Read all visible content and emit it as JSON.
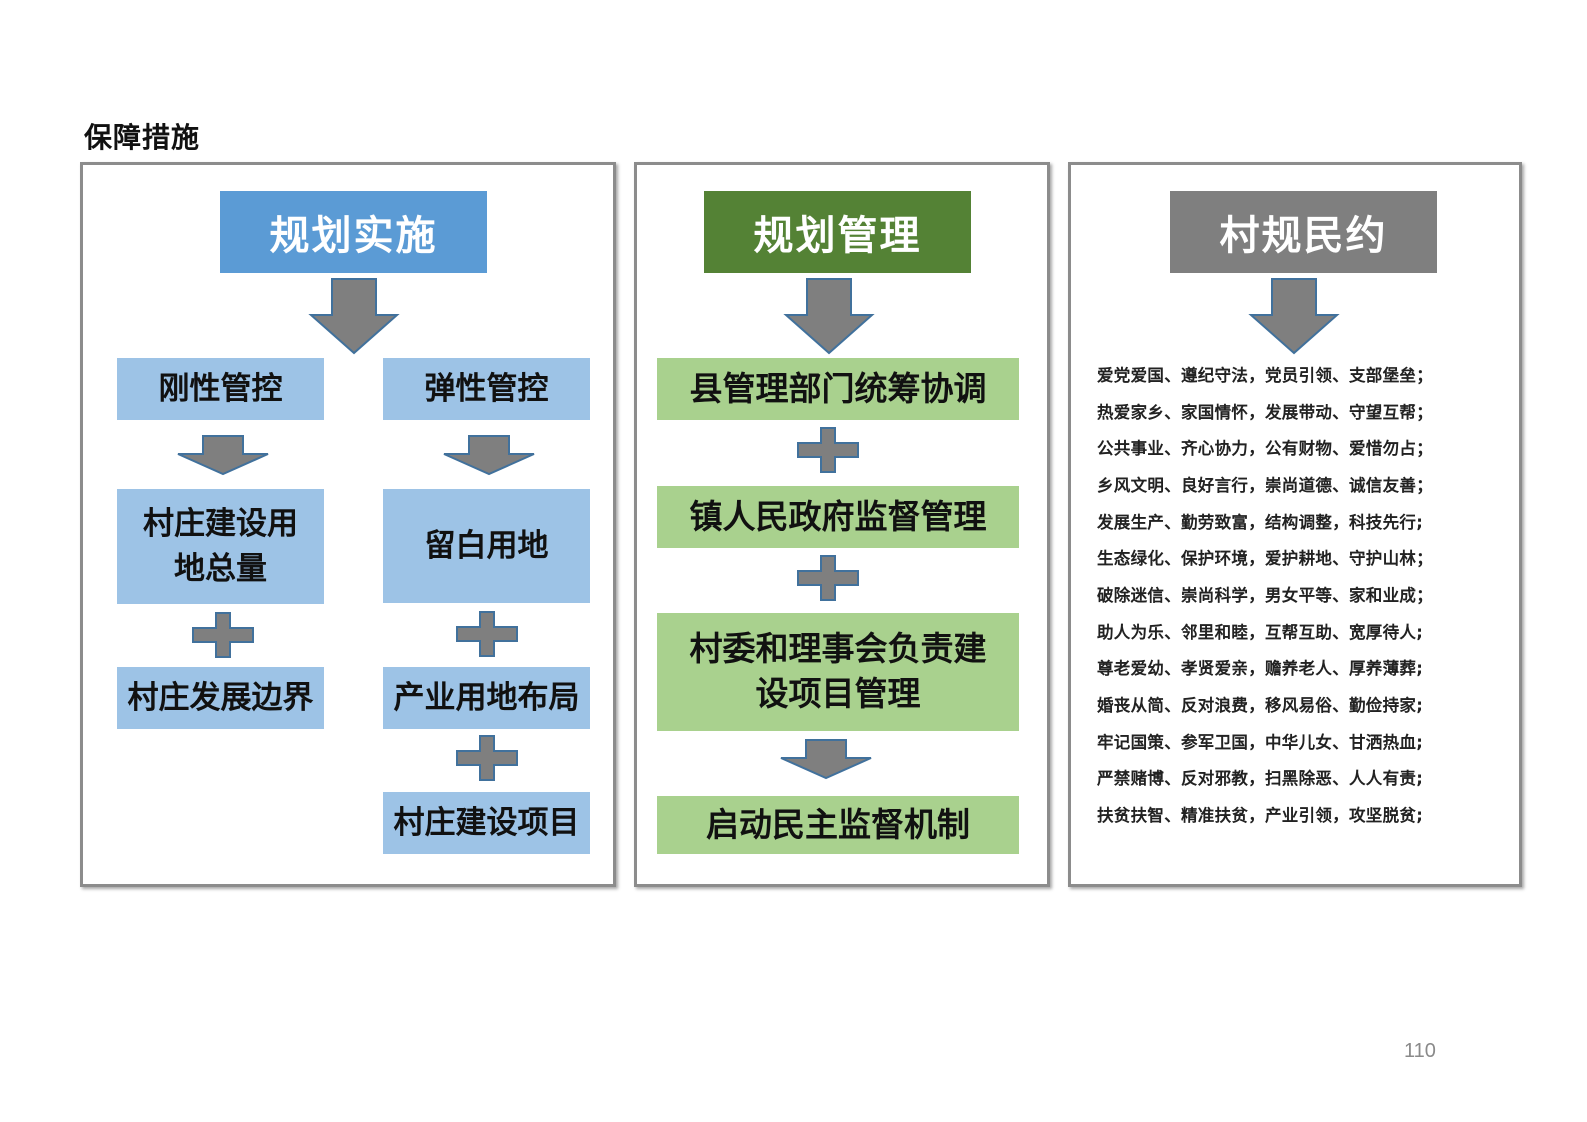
{
  "page_title": "保障措施",
  "page_number": "110",
  "colors": {
    "blue_header": "#5b9bd5",
    "green_header": "#548235",
    "gray_header": "#7f7f7f",
    "light_blue": "#9dc3e6",
    "light_green": "#a9d18e",
    "arrow_gray": "#7f7f7f"
  },
  "panel1": {
    "header": "规划实施",
    "left_top": "刚性管控",
    "right_top": "弹性管控",
    "left_mid_line1": "村庄建设用",
    "left_mid_line2": "地总量",
    "right_mid": "留白用地",
    "left_bottom": "村庄发展边界",
    "right_bottom1": "产业用地布局",
    "right_bottom2": "村庄建设项目"
  },
  "panel2": {
    "header": "规划管理",
    "box1": "县管理部门统筹协调",
    "box2": "镇人民政府监督管理",
    "box3_line1": "村委和理事会负责建",
    "box3_line2": "设项目管理",
    "box4": "启动民主监督机制"
  },
  "panel3": {
    "header": "村规民约",
    "rules": [
      "爱党爱国、遵纪守法，党员引领、支部堡垒；",
      "热爱家乡、家国情怀，发展带动、守望互帮；",
      "公共事业、齐心协力，公有财物、爱惜勿占；",
      "乡风文明、良好言行，崇尚道德、诚信友善；",
      "发展生产、勤劳致富，结构调整，科技先行;",
      "生态绿化、保护环境，爱护耕地、守护山林；",
      "破除迷信、崇尚科学，男女平等、家和业成；",
      "助人为乐、邻里和睦，互帮互助、宽厚待人;",
      "尊老爱幼、孝贤爱亲，赡养老人、厚养薄葬;",
      "婚丧从简、反对浪费，移风易俗、勤俭持家;",
      "牢记国策、参军卫国，中华儿女、甘洒热血;",
      "严禁赌博、反对邪教，扫黑除恶、人人有责;",
      "扶贫扶智、精准扶贫，产业引领，攻坚脱贫;"
    ]
  }
}
